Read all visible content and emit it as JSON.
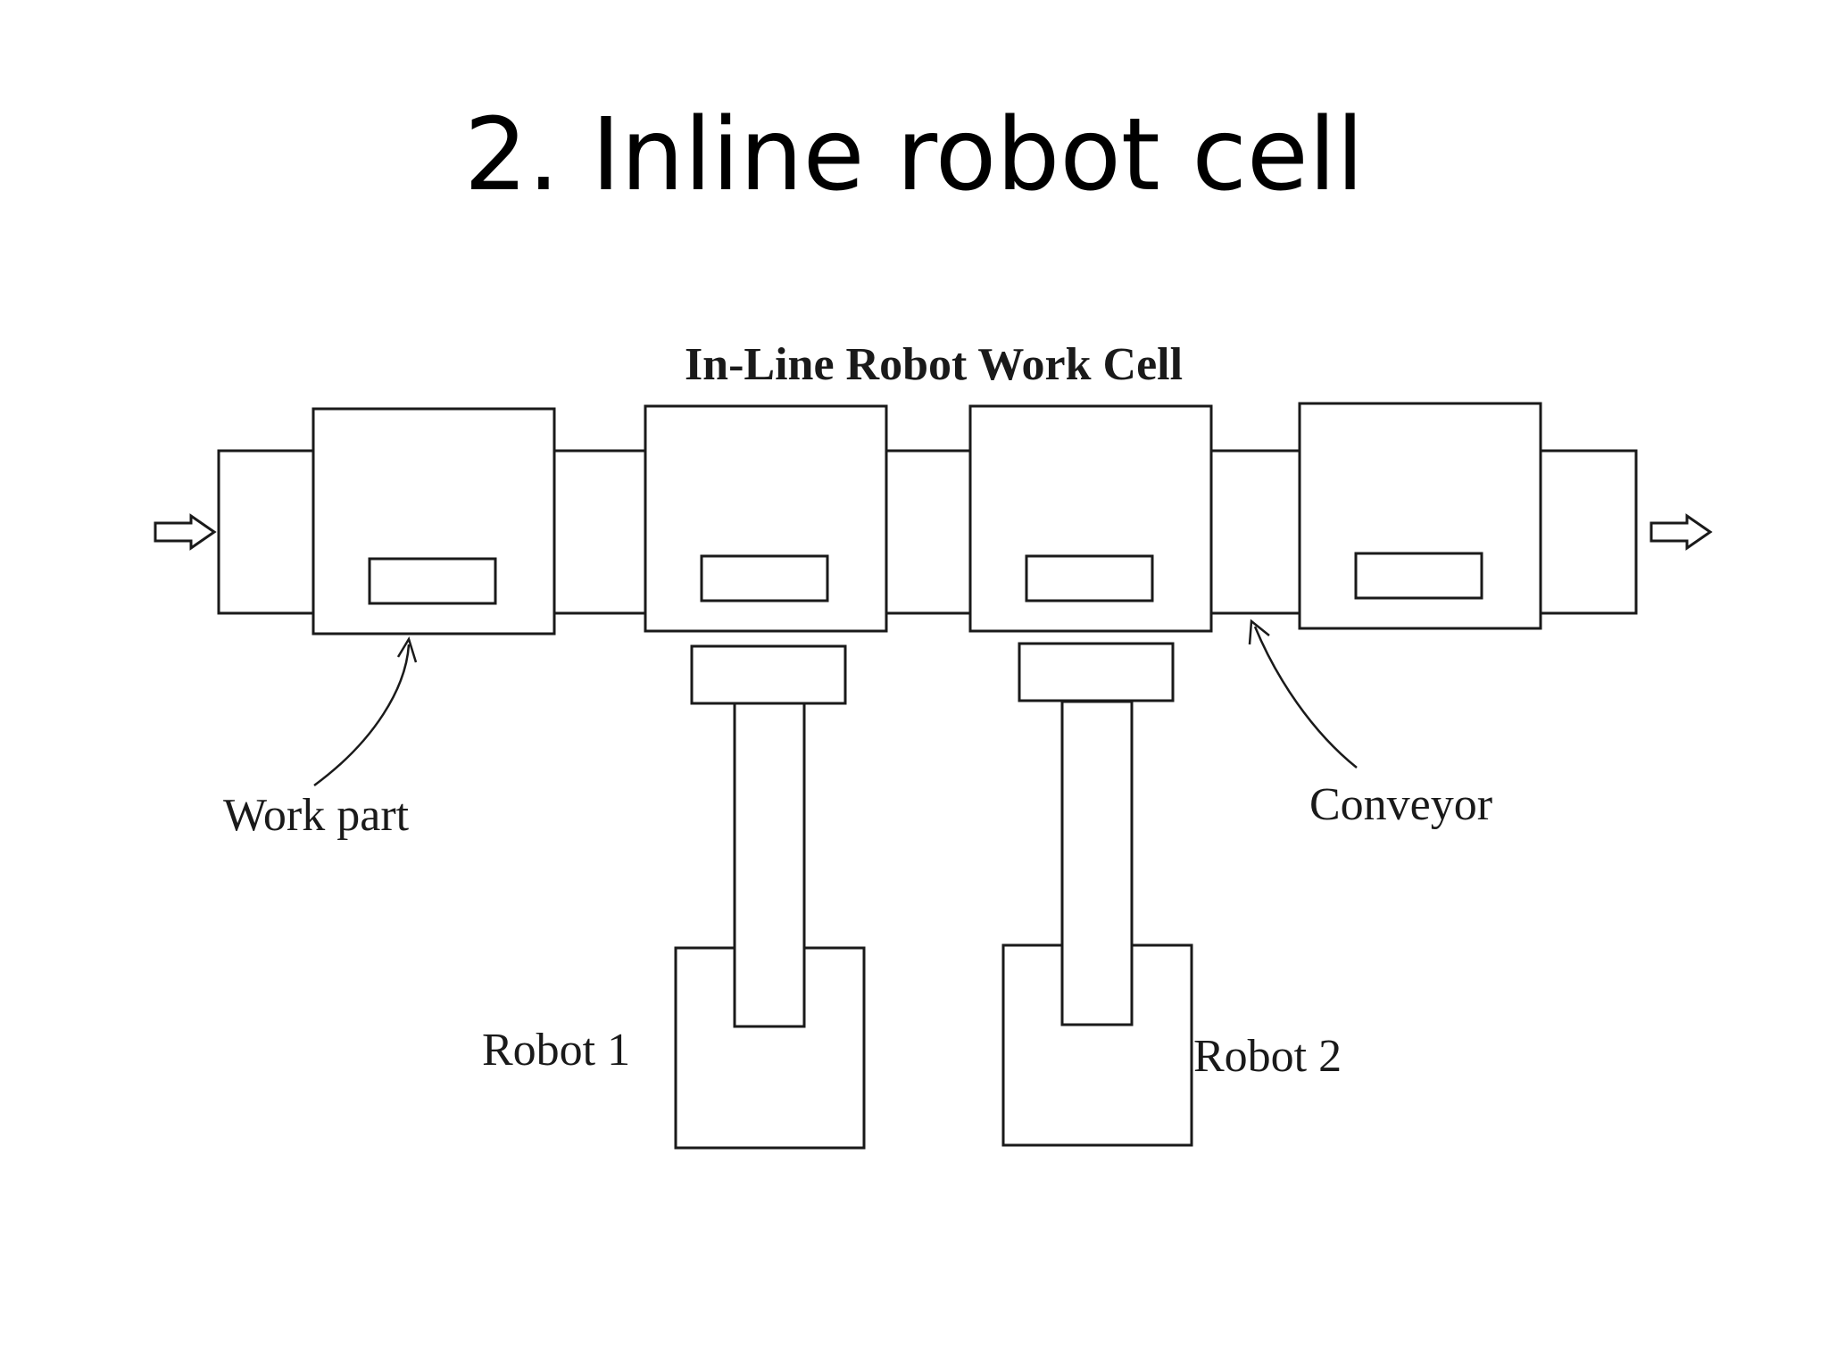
{
  "slide": {
    "title": "2. Inline robot cell"
  },
  "diagram": {
    "title": "In-Line Robot Work Cell",
    "labels": {
      "work_part": "Work part",
      "conveyor": "Conveyor",
      "robot_1": "Robot 1",
      "robot_2": "Robot 2"
    },
    "stations": 4,
    "robots": 2,
    "flow_direction": "left-to-right",
    "icons": [
      "arrow-right-outline-icon",
      "arrow-right-outline-icon"
    ],
    "colors": {
      "background": "#ffffff",
      "line": "#1a1a1a",
      "text": "#000000"
    }
  }
}
